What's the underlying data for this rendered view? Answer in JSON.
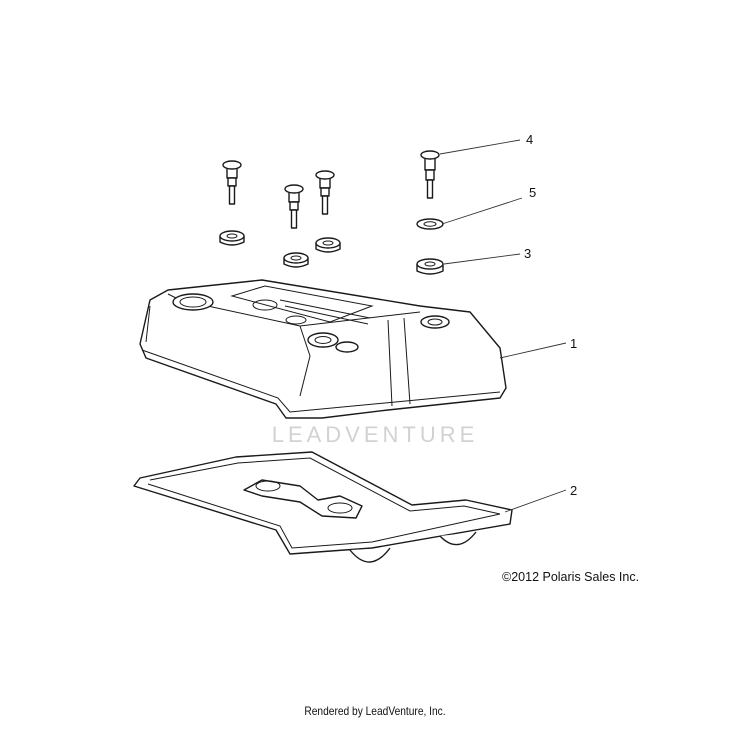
{
  "callouts": [
    {
      "number": "4",
      "part": "screw-bolt"
    },
    {
      "number": "5",
      "part": "washer"
    },
    {
      "number": "3",
      "part": "grommet"
    },
    {
      "number": "1",
      "part": "valve-cover"
    },
    {
      "number": "2",
      "part": "gasket"
    }
  ],
  "watermark": {
    "text": "LEADVENTURE"
  },
  "copyright": "©2012 Polaris Sales Inc.",
  "footer": "Rendered by LeadVenture, Inc."
}
